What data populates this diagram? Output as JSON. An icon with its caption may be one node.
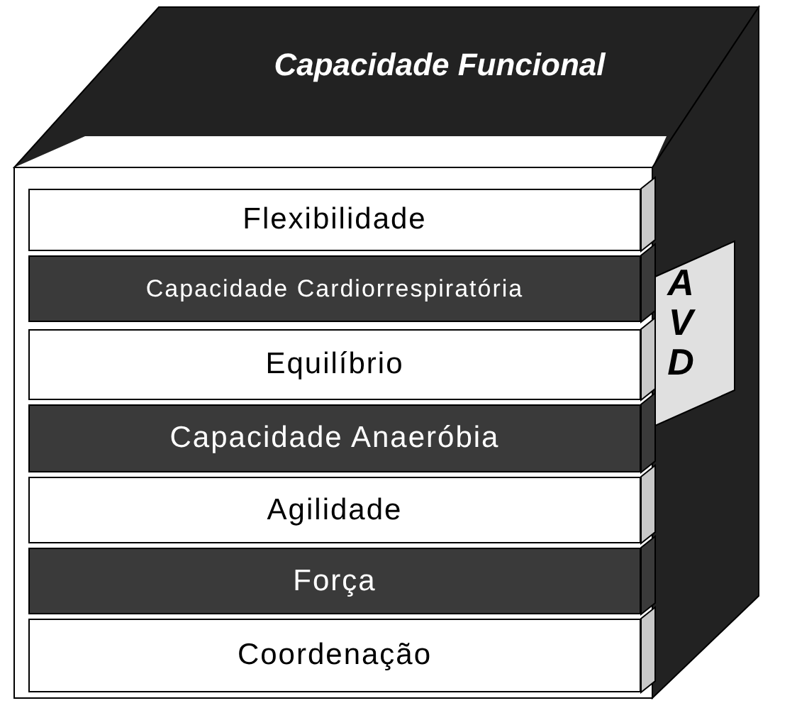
{
  "diagram": {
    "nodes": [
      {
        "text": [
          "Capacidade Funcional"
        ]
      },
      {
        "text": [
          "Flexibilidade"
        ],
        "in": 0
      },
      {
        "text": [
          "Capacidade Cardiorrespiratória"
        ],
        "in": 0
      },
      {
        "text": [
          "Equilíbrio"
        ],
        "in": 0
      },
      {
        "text": [
          "Capacidade Anaeróbia"
        ],
        "in": 0
      },
      {
        "text": [
          "Agilidade"
        ],
        "in": 0
      },
      {
        "text": [
          "Força"
        ],
        "in": 0
      },
      {
        "text": [
          "Coordenação"
        ],
        "in": 0
      },
      {
        "text": [
          "AVD"
        ]
      }
    ]
  }
}
